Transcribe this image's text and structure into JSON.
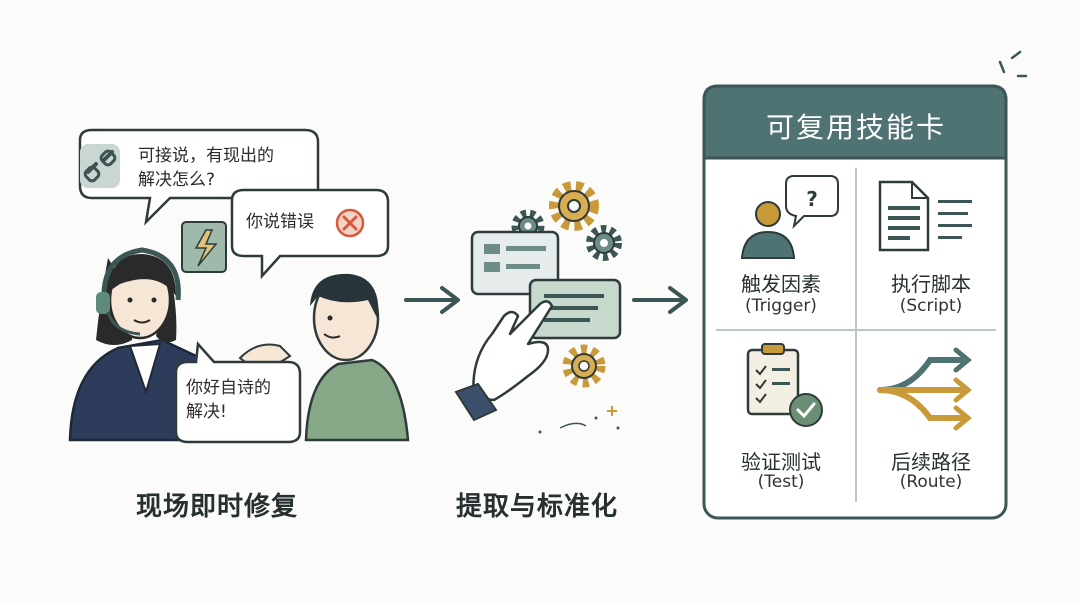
{
  "left_panel": {
    "bubble_top": "可接说，有现出的\n解决怎么?",
    "bubble_error": "你说错误",
    "bubble_reply": "你好自诗的\n解决!",
    "caption": "现场即时修复"
  },
  "middle_panel": {
    "caption": "提取与标准化"
  },
  "skill_card": {
    "title": "可复用技能卡",
    "cells": [
      {
        "label": "触发因素",
        "sub": "(Trigger)",
        "icon": "person-question-icon"
      },
      {
        "label": "执行脚本",
        "sub": "(Script)",
        "icon": "document-icon"
      },
      {
        "label": "验证测试",
        "sub": "(Test)",
        "icon": "clipboard-check-icon"
      },
      {
        "label": "后续路径",
        "sub": "(Route)",
        "icon": "route-arrows-icon"
      }
    ]
  },
  "colors": {
    "card_header": "#4f7272",
    "card_border": "#3c5656",
    "accent_green": "#6b8f74",
    "gear": "#c89a3a",
    "error_red": "#d9573c"
  }
}
